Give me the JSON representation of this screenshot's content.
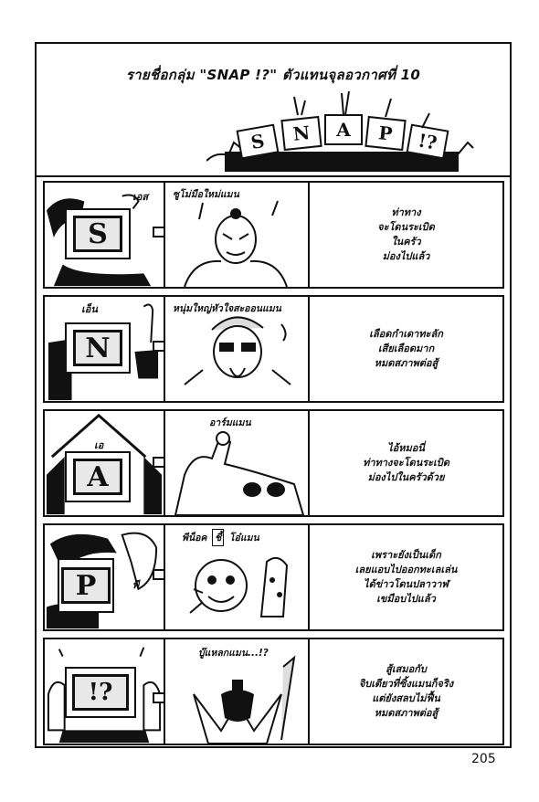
{
  "page": {
    "title": "รายชื่อกลุ่ม \"SNAP !?\" ตัวแทนจุลอวกาศที่ 10",
    "page_number": "205"
  },
  "rows": [
    {
      "member_name": "เอส",
      "letter": "S",
      "hero_name": "ซูโม่มือใหม่แมน",
      "description": [
        "ท่าทาง",
        "จะโดนระเบิด",
        "ในครัว",
        "ม่องไปแล้ว"
      ]
    },
    {
      "member_name": "เอ็น",
      "letter": "N",
      "hero_name": "หนุ่มใหญ่หัวใจสะออนแมน",
      "description": [
        "เลือดกำเดาทะลัก",
        "เสียเลือดมาก",
        "หมดสภาพต่อสู้"
      ]
    },
    {
      "member_name": "เอ",
      "letter": "A",
      "hero_name": "อาร์มแมน",
      "description": [
        "ไอ้หมอนี่",
        "ท่าทางจะโดนระเบิด",
        "ม่องไปในครัวด้วย"
      ]
    },
    {
      "member_name": "พี",
      "letter": "P",
      "hero_name_a": "พีน็อค",
      "hero_name_box": "ชี้",
      "hero_name_b": "โอ๋แมน",
      "description": [
        "เพราะยังเป็นเด็ก",
        "เลยแอบไปออกทะเลเล่น",
        "ได้ข่าวโดนปลาวาฬ",
        "เขมือบไปแล้ว"
      ]
    },
    {
      "member_name": "",
      "letter": "!?",
      "hero_name": "บู๊แหลกแมน...!?",
      "description": [
        "สู้เสมอกับ",
        "จิบเตียวที่ซิ้งแมนก็จริง",
        "แต่ยังสลบไม่ฟื้น",
        "หมดสภาพต่อสู้"
      ]
    }
  ]
}
